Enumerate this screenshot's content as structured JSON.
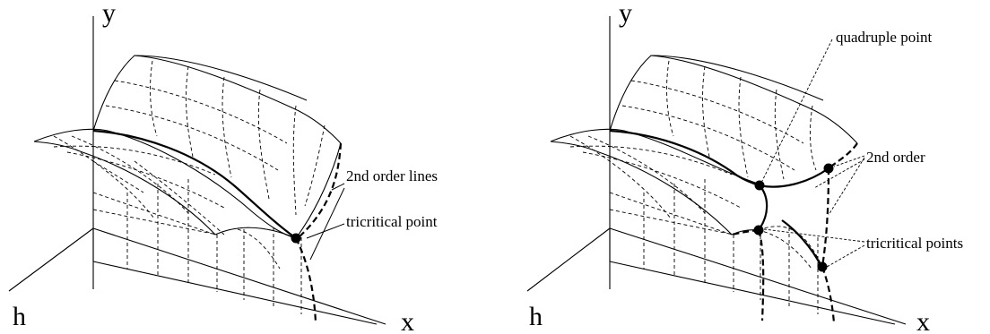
{
  "left_panel": {
    "axes": {
      "y": "y",
      "h": "h",
      "x": "x"
    },
    "annotations": {
      "second_order_lines": "2nd order lines",
      "tricritical_point": "tricritical point"
    }
  },
  "right_panel": {
    "axes": {
      "y": "y",
      "h": "h",
      "x": "x"
    },
    "annotations": {
      "quadruple_point": "quadruple point",
      "second_order": "2nd order",
      "tricritical_points": "tricritical points"
    }
  }
}
